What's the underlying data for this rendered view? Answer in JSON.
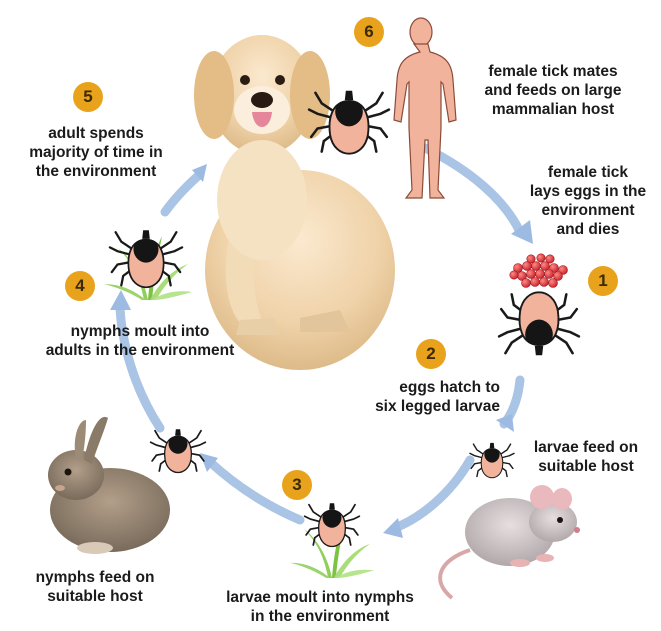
{
  "badge_color": "#e8a21c",
  "tick_body_color": "#f2b39c",
  "tick_shield_color": "#151515",
  "arrow_color": "#a9c4e4",
  "steps": [
    {
      "number": "1",
      "lines": [
        "female tick",
        "lays eggs in the",
        "environment",
        "and dies"
      ]
    },
    {
      "number": "2",
      "lines": [
        "eggs hatch to",
        "six legged larvae"
      ]
    },
    {
      "number": "3",
      "lines": [
        "larvae moult into nymphs",
        "in the environment"
      ]
    },
    {
      "number": "4",
      "lines": [
        "nymphs moult into",
        "adults in the environment"
      ]
    },
    {
      "number": "5",
      "lines": [
        "adult spends",
        "majority of time in",
        "the environment"
      ]
    },
    {
      "number": "6",
      "lines": [
        "female tick mates",
        "and feeds on large",
        "mammalian host"
      ]
    }
  ],
  "extra_labels": {
    "larvae_feed": [
      "larvae feed on",
      "suitable host"
    ],
    "nymphs_feed": [
      "nymphs feed on",
      "suitable host"
    ]
  },
  "images": [
    "dog",
    "human-silhouette",
    "mouse",
    "rabbit",
    "grass",
    "tick-eggs"
  ]
}
